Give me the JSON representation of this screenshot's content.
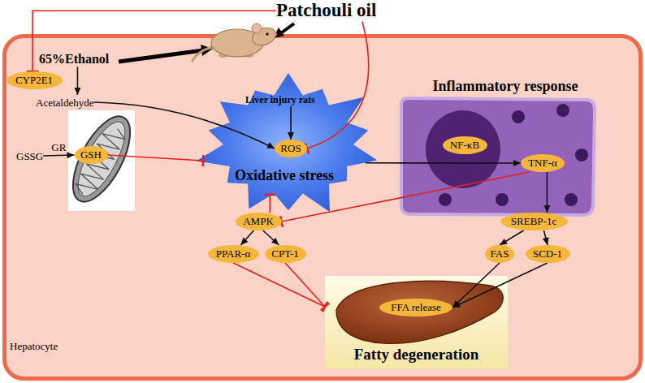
{
  "diagram": {
    "nodes": [
      {
        "text": [
          "Patchouli oil"
        ]
      },
      {
        "text": [
          "65%Ethanol"
        ]
      },
      {
        "text": [
          "Hepatocyte"
        ]
      },
      {
        "text": [
          "CYP2E1"
        ],
        "in": 2
      },
      {
        "text": [
          "Acetaldehyde"
        ],
        "in": 2
      },
      {
        "text": [
          "GSSG"
        ],
        "in": 2
      },
      {
        "text": [
          "GSH"
        ],
        "in": 2
      },
      {
        "text": [
          "Liver injury rats"
        ],
        "in": 2
      },
      {
        "text": [
          "Oxidative stress"
        ],
        "in": 2
      },
      {
        "text": [
          "ROS"
        ],
        "in": 8
      },
      {
        "text": [
          "Inflammatory response"
        ],
        "in": 2
      },
      {
        "text": [
          "NF-κB"
        ],
        "in": 10
      },
      {
        "text": [
          "TNF-α"
        ],
        "in": 10
      },
      {
        "text": [
          "AMPK"
        ],
        "in": 2
      },
      {
        "text": [
          "PPAR-α"
        ],
        "in": 2
      },
      {
        "text": [
          "CPT-1"
        ],
        "in": 2
      },
      {
        "text": [
          "SREBP-1c"
        ],
        "in": 2
      },
      {
        "text": [
          "FAS"
        ],
        "in": 2
      },
      {
        "text": [
          "SCD-1"
        ],
        "in": 2
      },
      {
        "text": [
          "Fatty degeneration"
        ],
        "in": 2
      },
      {
        "text": [
          "FFA release"
        ],
        "in": 19
      }
    ],
    "edges": [
      {
        "from": 0,
        "to": 3,
        "arrow": "to"
      },
      {
        "from": 0,
        "to": 9,
        "arrow": "to"
      },
      {
        "from": 1,
        "to": 4,
        "arrow": "to"
      },
      {
        "from": 4,
        "to": 9,
        "arrow": "to"
      },
      {
        "from": 5,
        "to": 6,
        "label": "GR",
        "arrow": "to"
      },
      {
        "from": 6,
        "to": 8,
        "arrow": "to"
      },
      {
        "from": 7,
        "to": 9,
        "arrow": "to"
      },
      {
        "from": 8,
        "to": 12,
        "arrow": "to"
      },
      {
        "from": 13,
        "to": 8,
        "arrow": "to"
      },
      {
        "from": 12,
        "to": 13,
        "arrow": "to"
      },
      {
        "from": 12,
        "to": 16,
        "arrow": "to"
      },
      {
        "from": 13,
        "to": 14,
        "arrow": "to"
      },
      {
        "from": 13,
        "to": 15,
        "arrow": "to"
      },
      {
        "from": 14,
        "to": 19,
        "arrow": "to"
      },
      {
        "from": 15,
        "to": 19,
        "arrow": "to"
      },
      {
        "from": 16,
        "to": 17,
        "arrow": "to"
      },
      {
        "from": 16,
        "to": 18,
        "arrow": "to"
      },
      {
        "from": 17,
        "to": 20,
        "arrow": "to"
      },
      {
        "from": 18,
        "to": 20,
        "arrow": "to"
      }
    ]
  }
}
